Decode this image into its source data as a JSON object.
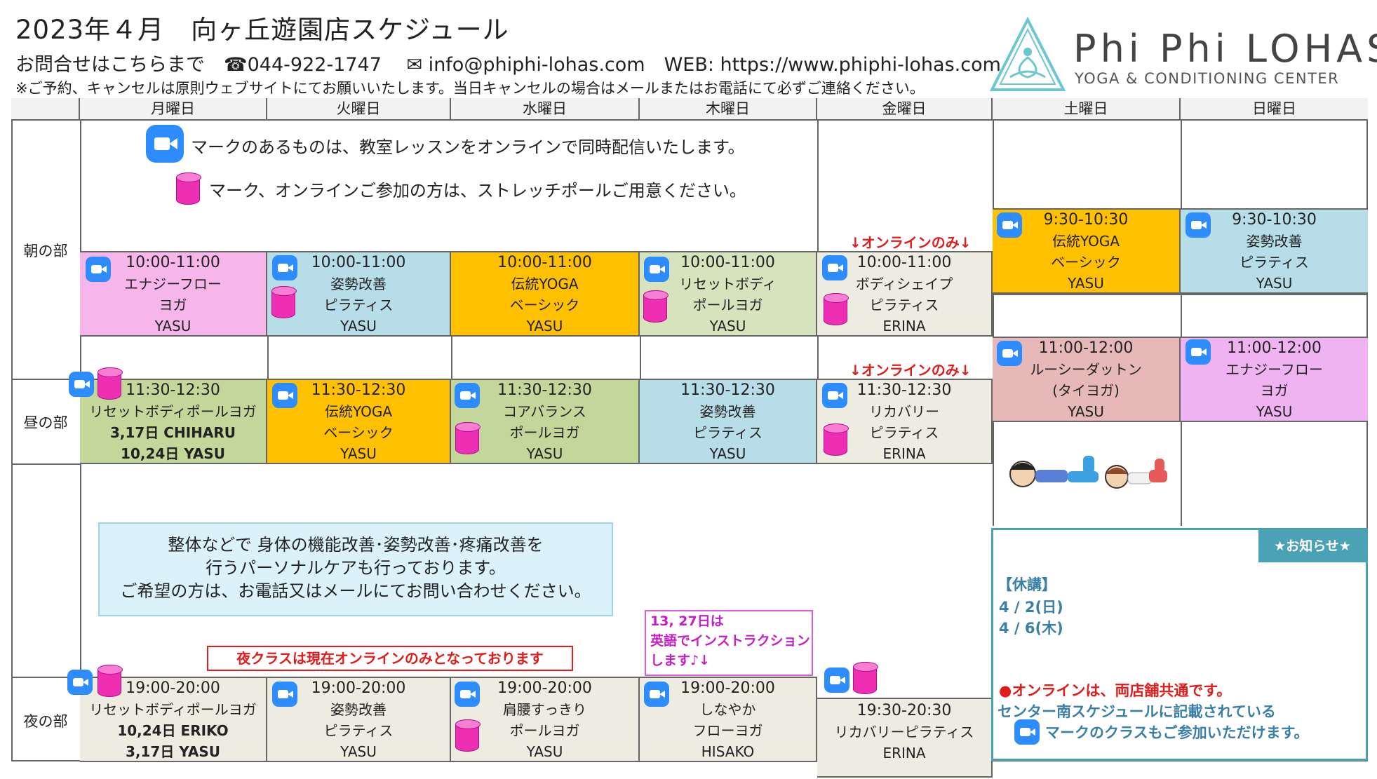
{
  "header": {
    "title": "2023年４月　向ヶ丘遊園店スケジュール",
    "contact": "お問合せはこちらまで　☎044-922-1747　 ✉ info@phiphi-lohas.com　WEB: https://www.phiphi-lohas.com",
    "note": "※ご予約、キャンセルは原則ウェブサイトにてお願いいたします。当日キャンセルの場合はメールまたはお電話にて必ずご連絡ください。"
  },
  "logo": {
    "name": "Phi Phi LOHAS",
    "sub": "YOGA & CONDITIONING CENTER"
  },
  "days": [
    "月曜日",
    "火曜日",
    "水曜日",
    "木曜日",
    "金曜日",
    "土曜日",
    "日曜日"
  ],
  "sections": {
    "morning": "朝の部",
    "noon": "昼の部",
    "night": "夜の部"
  },
  "legend": {
    "zoom": "マークのあるものは、教室レッスンをオンラインで同時配信いたします。",
    "pole": "マーク、オンラインご参加の方は、ストレッチポールご用意ください。"
  },
  "online_only": "↓オンラインのみ↓",
  "morning": {
    "mon": {
      "time": "10:00-11:00",
      "l1": "エナジーフロー",
      "l2": "ヨガ",
      "l3": "YASU"
    },
    "tue": {
      "time": "10:00-11:00",
      "l1": "姿勢改善",
      "l2": "ピラティス",
      "l3": "YASU"
    },
    "wed": {
      "time": "10:00-11:00",
      "l1": "伝統YOGA",
      "l2": "ベーシック",
      "l3": "YASU"
    },
    "thu": {
      "time": "10:00-11:00",
      "l1": "リセットボディ",
      "l2": "ポールヨガ",
      "l3": "YASU"
    },
    "fri": {
      "time": "10:00-11:00",
      "l1": "ボディシェイプ",
      "l2": "ピラティス",
      "l3": "ERINA"
    },
    "sat": {
      "time": "9:30-10:30",
      "l1": "伝統YOGA",
      "l2": "ベーシック",
      "l3": "YASU"
    },
    "sun": {
      "time": "9:30-10:30",
      "l1": "姿勢改善",
      "l2": "ピラティス",
      "l3": "YASU"
    }
  },
  "noon": {
    "mon": {
      "time": "11:30-12:30",
      "l1": "リセットボディポールヨガ",
      "l2": "3,17日 CHIHARU",
      "l3": "10,24日 YASU"
    },
    "tue": {
      "time": "11:30-12:30",
      "l1": "伝統YOGA",
      "l2": "ベーシック",
      "l3": "YASU"
    },
    "wed": {
      "time": "11:30-12:30",
      "l1": "コアバランス",
      "l2": "ポールヨガ",
      "l3": "YASU"
    },
    "thu": {
      "time": "11:30-12:30",
      "l1": "姿勢改善",
      "l2": "ピラティス",
      "l3": "YASU"
    },
    "fri": {
      "time": "11:30-12:30",
      "l1": "リカバリー",
      "l2": "ピラティス",
      "l3": "ERINA"
    },
    "sat": {
      "time": "11:00-12:00",
      "l1": "ルーシーダットン",
      "l2": "(タイヨガ)",
      "l3": "YASU"
    },
    "sun": {
      "time": "11:00-12:00",
      "l1": "エナジーフロー",
      "l2": "ヨガ",
      "l3": "YASU"
    }
  },
  "night": {
    "mon": {
      "time": "19:00-20:00",
      "l1": "リセットボディポールヨガ",
      "l2": "10,24日 ERIKO",
      "l3": "3,17日 YASU"
    },
    "tue": {
      "time": "19:00-20:00",
      "l1": "姿勢改善",
      "l2": "ピラティス",
      "l3": "YASU"
    },
    "wed": {
      "time": "19:00-20:00",
      "l1": "肩腰すっきり",
      "l2": "ポールヨガ",
      "l3": "YASU"
    },
    "thu": {
      "time": "19:00-20:00",
      "l1": "しなやか",
      "l2": "フローヨガ",
      "l3": "HISAKO"
    },
    "fri": {
      "time": "19:30-20:30",
      "l1": "リカバリーピラティス",
      "l2": "ERINA"
    }
  },
  "personal_care": {
    "l1": "整体などで 身体の機能改善･姿勢改善･疼痛改善を",
    "l2": "行うパーソナルケアも行っております。",
    "l3": "ご希望の方は、お電話又はメールにてお問い合わせください。"
  },
  "night_note": "夜クラスは現在オンラインのみとなっております",
  "english_note": {
    "l1": "13, 27日は",
    "l2": "英語でインストラクション",
    "l3": "します♪↓"
  },
  "news": {
    "tag": "★お知らせ★",
    "closed_label": "【休講】",
    "closed1": "4 / 2(日)",
    "closed2": "4 / 6(木)",
    "online1": "●オンラインは、両店舗共通です。",
    "online2": "センター南スケジュールに記載されている",
    "online3": "マークのクラスもご参加いただけます。"
  },
  "colors": {
    "pink": "#f6b6ea",
    "blue": "#b7dde8",
    "orange": "#ffc000",
    "green": "#d6e3bc",
    "beige": "#eeece1",
    "olive": "#c4d79b",
    "rose": "#e6b8b7",
    "violet": "#f0b3f2",
    "zoom": "#2d8cff",
    "pole": "#ee2fb3",
    "red": "#e21b1b"
  }
}
